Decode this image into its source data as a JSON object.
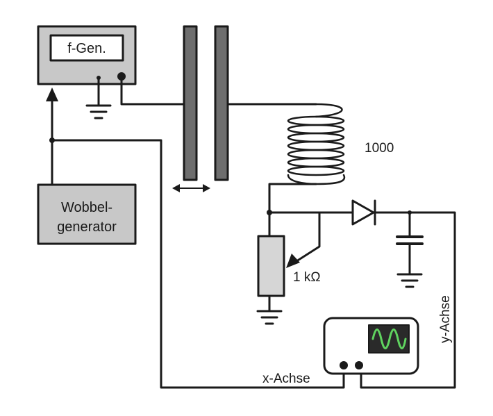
{
  "labels": {
    "generator": "f-Gen.",
    "sweep_line1": "Wobbel-",
    "sweep_line2": "generator",
    "coil_turns": "1000",
    "resistor": "1 kΩ",
    "x_axis": "x-Achse",
    "y_axis": "y-Achse"
  },
  "colors": {
    "wire": "#1a1a1a",
    "box_fill": "#c8c8c8",
    "plate_fill": "#6e6e6e",
    "screen_bg": "#2a2a2a",
    "trace": "#5fd35f",
    "resistor_fill": "#d6d6d6"
  }
}
